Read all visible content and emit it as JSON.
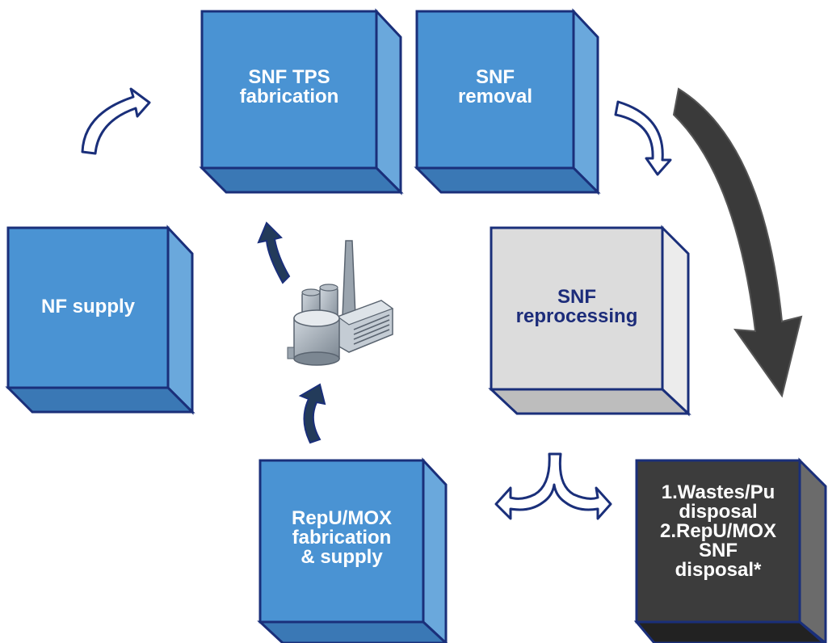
{
  "boxes": {
    "snf_tps_fabrication": {
      "label": "SNF TPS\nfabrication"
    },
    "snf_removal": {
      "label": "SNF\nremoval"
    },
    "nf_supply": {
      "label": "NF supply"
    },
    "snf_reprocessing": {
      "label": "SNF\nreprocessing"
    },
    "repu_mox_fabrication": {
      "label": "RepU/MOX\nfabrication\n& supply"
    },
    "disposal": {
      "label": "1.Wastes/Pu\ndisposal\n2.RepU/MOX\nSNF\ndisposal*"
    }
  },
  "colors": {
    "blue_front": "#4a93d3",
    "blue_side": "#6aa8dc",
    "blue_bottom": "#3a78b5",
    "outline": "#1a2f7a",
    "gray_front": "#dcdcdc",
    "gray_side": "#ececec",
    "gray_bottom": "#bdbdbd",
    "dark_front": "#3c3c3c",
    "dark_side": "#6b6b6b",
    "dark_bottom": "#222222",
    "big_arrow": "#3a3a3a"
  },
  "icons": [
    "curved-arrow-icon",
    "big-curved-arrow-icon",
    "fork-arrow-icon",
    "reprocessing-plant-icon"
  ]
}
